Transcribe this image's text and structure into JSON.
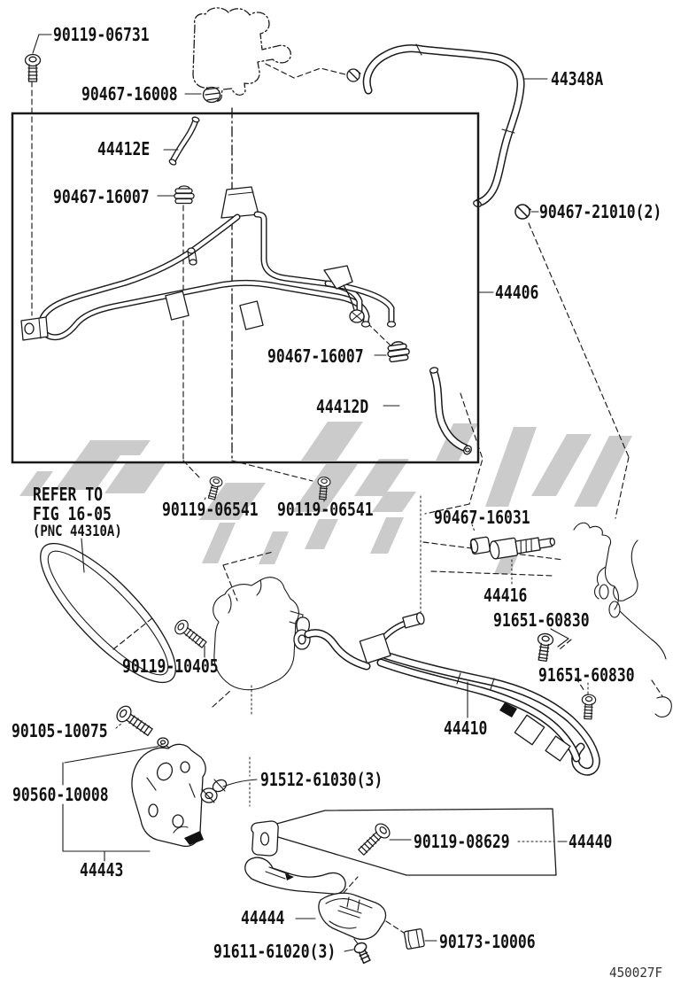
{
  "diagram": {
    "figure_code": "450027F",
    "note": {
      "line1": "REFER TO",
      "line2": "FIG 16-05",
      "line3": "(PNC 44310A)"
    },
    "parts": {
      "bolt_top": "90119-06731",
      "clamp_reservoir": "90467-16008",
      "hose_e": "44412E",
      "clamp_16007": "90467-16007",
      "hose_suction": "44348A",
      "clamp_21010": "90467-21010(2)",
      "tube_assy": "44406",
      "hose_d": "44412D",
      "bolt_06541": "90119-06541",
      "clamp_16031": "90467-16031",
      "valve": "44416",
      "bolt_91651": "91651-60830",
      "bolt_10405": "90119-10405",
      "hose_pressure": "44410",
      "bolt_10075": "90105-10075",
      "damper": "90560-10008",
      "bracket_44443": "44443",
      "bolt_91512": "91512-61030(3)",
      "bolt_08629": "90119-08629",
      "bracket_44440": "44440",
      "bracket_44444": "44444",
      "bolt_91611": "91611-61020(3)",
      "clip_90173": "90173-10006"
    }
  }
}
